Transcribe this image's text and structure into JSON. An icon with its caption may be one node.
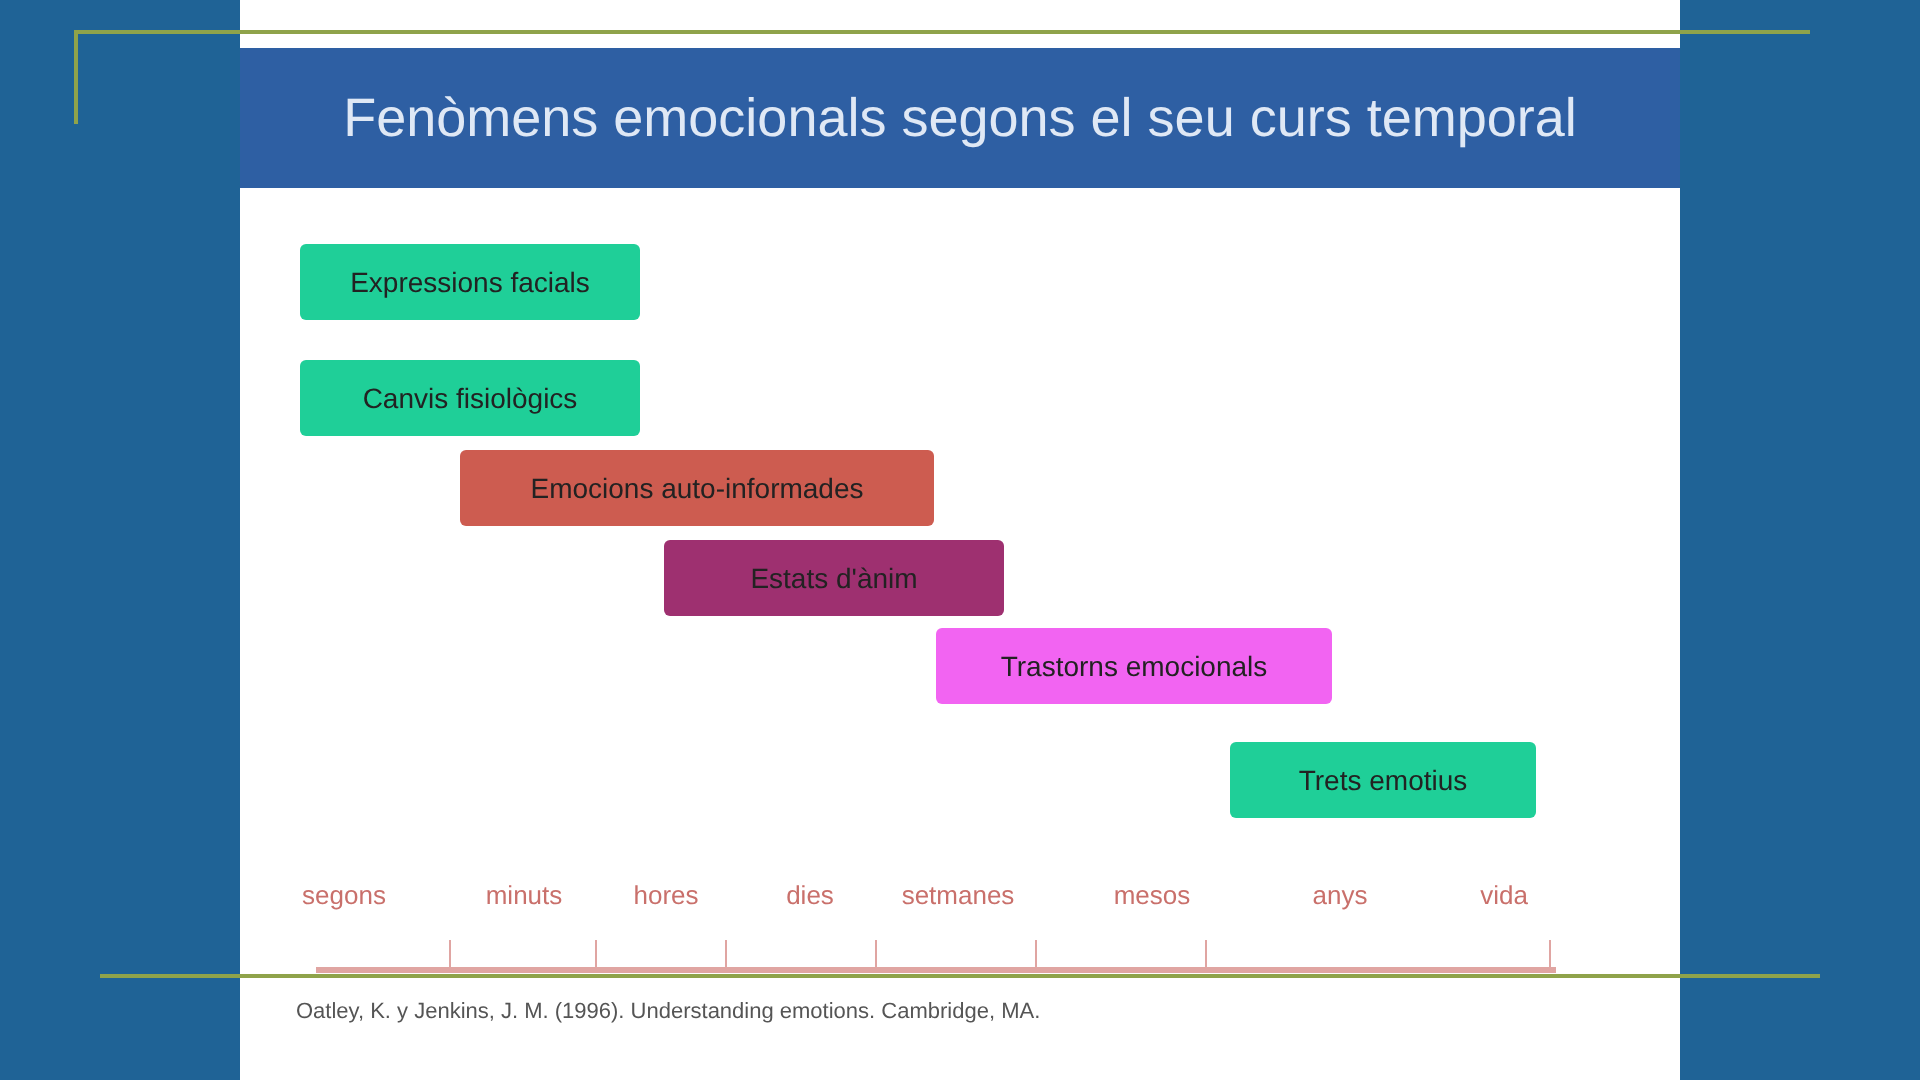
{
  "diagram": {
    "title": "Fenòmens emocionals segons el seu curs temporal",
    "nodes": [
      {
        "text": [
          "Expressions facials"
        ]
      },
      {
        "text": [
          "Canvis fisiològics"
        ]
      },
      {
        "text": [
          "Emocions auto-informades"
        ]
      },
      {
        "text": [
          "Estats d'ànim"
        ]
      },
      {
        "text": [
          "Trastorns emocionals"
        ]
      },
      {
        "text": [
          "Trets emotius"
        ]
      }
    ],
    "edges": [],
    "labels": [
      "segons",
      "minuts",
      "hores",
      "dies",
      "setmanes",
      "mesos",
      "anys",
      "vida",
      "Oatley, K. y Jenkins, J. M. (1996). Understanding emotions. Cambridge, MA."
    ]
  }
}
